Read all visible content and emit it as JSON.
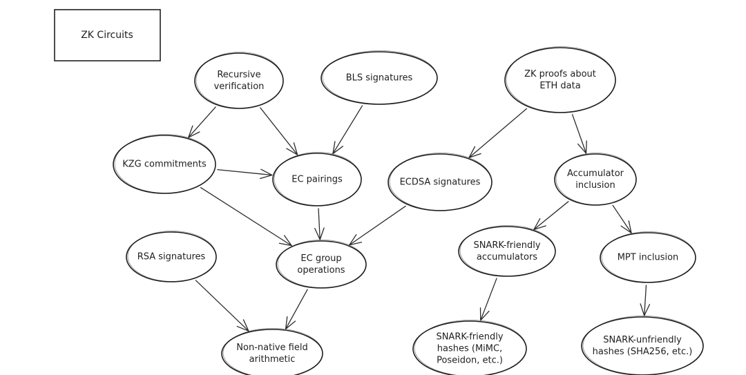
{
  "title": {
    "label": "ZK Circuits"
  },
  "nodes": [
    {
      "id": "recursive",
      "lines": [
        "Recursive",
        "verification"
      ]
    },
    {
      "id": "bls",
      "lines": [
        "BLS signatures"
      ]
    },
    {
      "id": "zkproofs",
      "lines": [
        "ZK proofs about",
        "ETH data"
      ]
    },
    {
      "id": "kzg",
      "lines": [
        "KZG commitments"
      ]
    },
    {
      "id": "ecpairings",
      "lines": [
        "EC pairings"
      ]
    },
    {
      "id": "ecdsa",
      "lines": [
        "ECDSA signatures"
      ]
    },
    {
      "id": "accumulator",
      "lines": [
        "Accumulator",
        "inclusion"
      ]
    },
    {
      "id": "snarkacc",
      "lines": [
        "SNARK-friendly",
        "accumulators"
      ]
    },
    {
      "id": "mpt",
      "lines": [
        "MPT inclusion"
      ]
    },
    {
      "id": "rsa",
      "lines": [
        "RSA signatures"
      ]
    },
    {
      "id": "ecgroup",
      "lines": [
        "EC group",
        "operations"
      ]
    },
    {
      "id": "nonnative",
      "lines": [
        "Non-native field",
        "arithmetic"
      ]
    },
    {
      "id": "snarkhash",
      "lines": [
        "SNARK-friendly",
        "hashes (MiMC,",
        "Poseidon, etc.)"
      ]
    },
    {
      "id": "unfriendly",
      "lines": [
        "SNARK-unfriendly",
        "hashes (SHA256, etc.)"
      ]
    }
  ],
  "edges": [
    {
      "from": "recursive",
      "to": "kzg"
    },
    {
      "from": "recursive",
      "to": "ecpairings"
    },
    {
      "from": "bls",
      "to": "ecpairings"
    },
    {
      "from": "kzg",
      "to": "ecpairings"
    },
    {
      "from": "kzg",
      "to": "ecgroup"
    },
    {
      "from": "ecpairings",
      "to": "ecgroup"
    },
    {
      "from": "ecdsa",
      "to": "ecgroup"
    },
    {
      "from": "zkproofs",
      "to": "ecdsa"
    },
    {
      "from": "zkproofs",
      "to": "accumulator"
    },
    {
      "from": "accumulator",
      "to": "snarkacc"
    },
    {
      "from": "accumulator",
      "to": "mpt"
    },
    {
      "from": "rsa",
      "to": "nonnative"
    },
    {
      "from": "ecgroup",
      "to": "nonnative"
    },
    {
      "from": "snarkacc",
      "to": "snarkhash"
    },
    {
      "from": "mpt",
      "to": "unfriendly"
    }
  ]
}
